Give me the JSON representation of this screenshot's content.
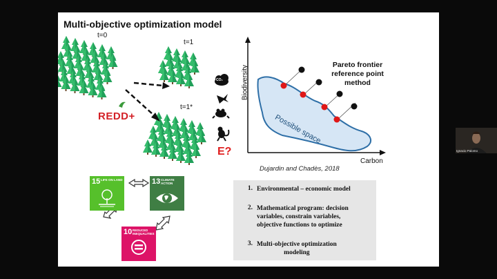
{
  "slide": {
    "title": "Multi-objective optimization model",
    "forest_labels": [
      "t=0",
      "t=1",
      "t=1*"
    ],
    "redd_label": "REDD+",
    "e_question": "E?",
    "co2_label": "CO₂",
    "icons": [
      "co2-cloud-icon",
      "bird-icon",
      "frog-icon",
      "monkey-icon"
    ],
    "sdg_tiles": [
      {
        "num": "15",
        "title": "LIFE ON LAND",
        "color": "#56c02b"
      },
      {
        "num": "13",
        "title": "CLIMATE ACTION",
        "color": "#3f7e44"
      },
      {
        "num": "10",
        "title": "REDUCED INEQUALITIES",
        "color": "#dd1367"
      }
    ],
    "chart": {
      "y_label": "Biodiversity",
      "x_label": "Carbon",
      "annotation": [
        "Pareto frontier",
        "reference point",
        "method"
      ],
      "region_label": "Possible space",
      "citation": "Dujardin and Chadès, 2018",
      "colors": {
        "region_fill": "#d6e6f5",
        "region_stroke": "#2e6fa7",
        "frontier_point": "#e01818",
        "reference_point": "#111111"
      }
    },
    "steps": [
      {
        "num": "1.",
        "lines": [
          "Environmental – economic model"
        ]
      },
      {
        "num": "2.",
        "lines": [
          "Mathematical program: decision",
          "variables, constrain variables,",
          "objective functions to optimize"
        ]
      },
      {
        "num": "3.",
        "lines": [
          "Multi-objective optimization",
          "modeling"
        ]
      }
    ]
  },
  "webcam": {
    "name": "Ignacio Palomo"
  }
}
